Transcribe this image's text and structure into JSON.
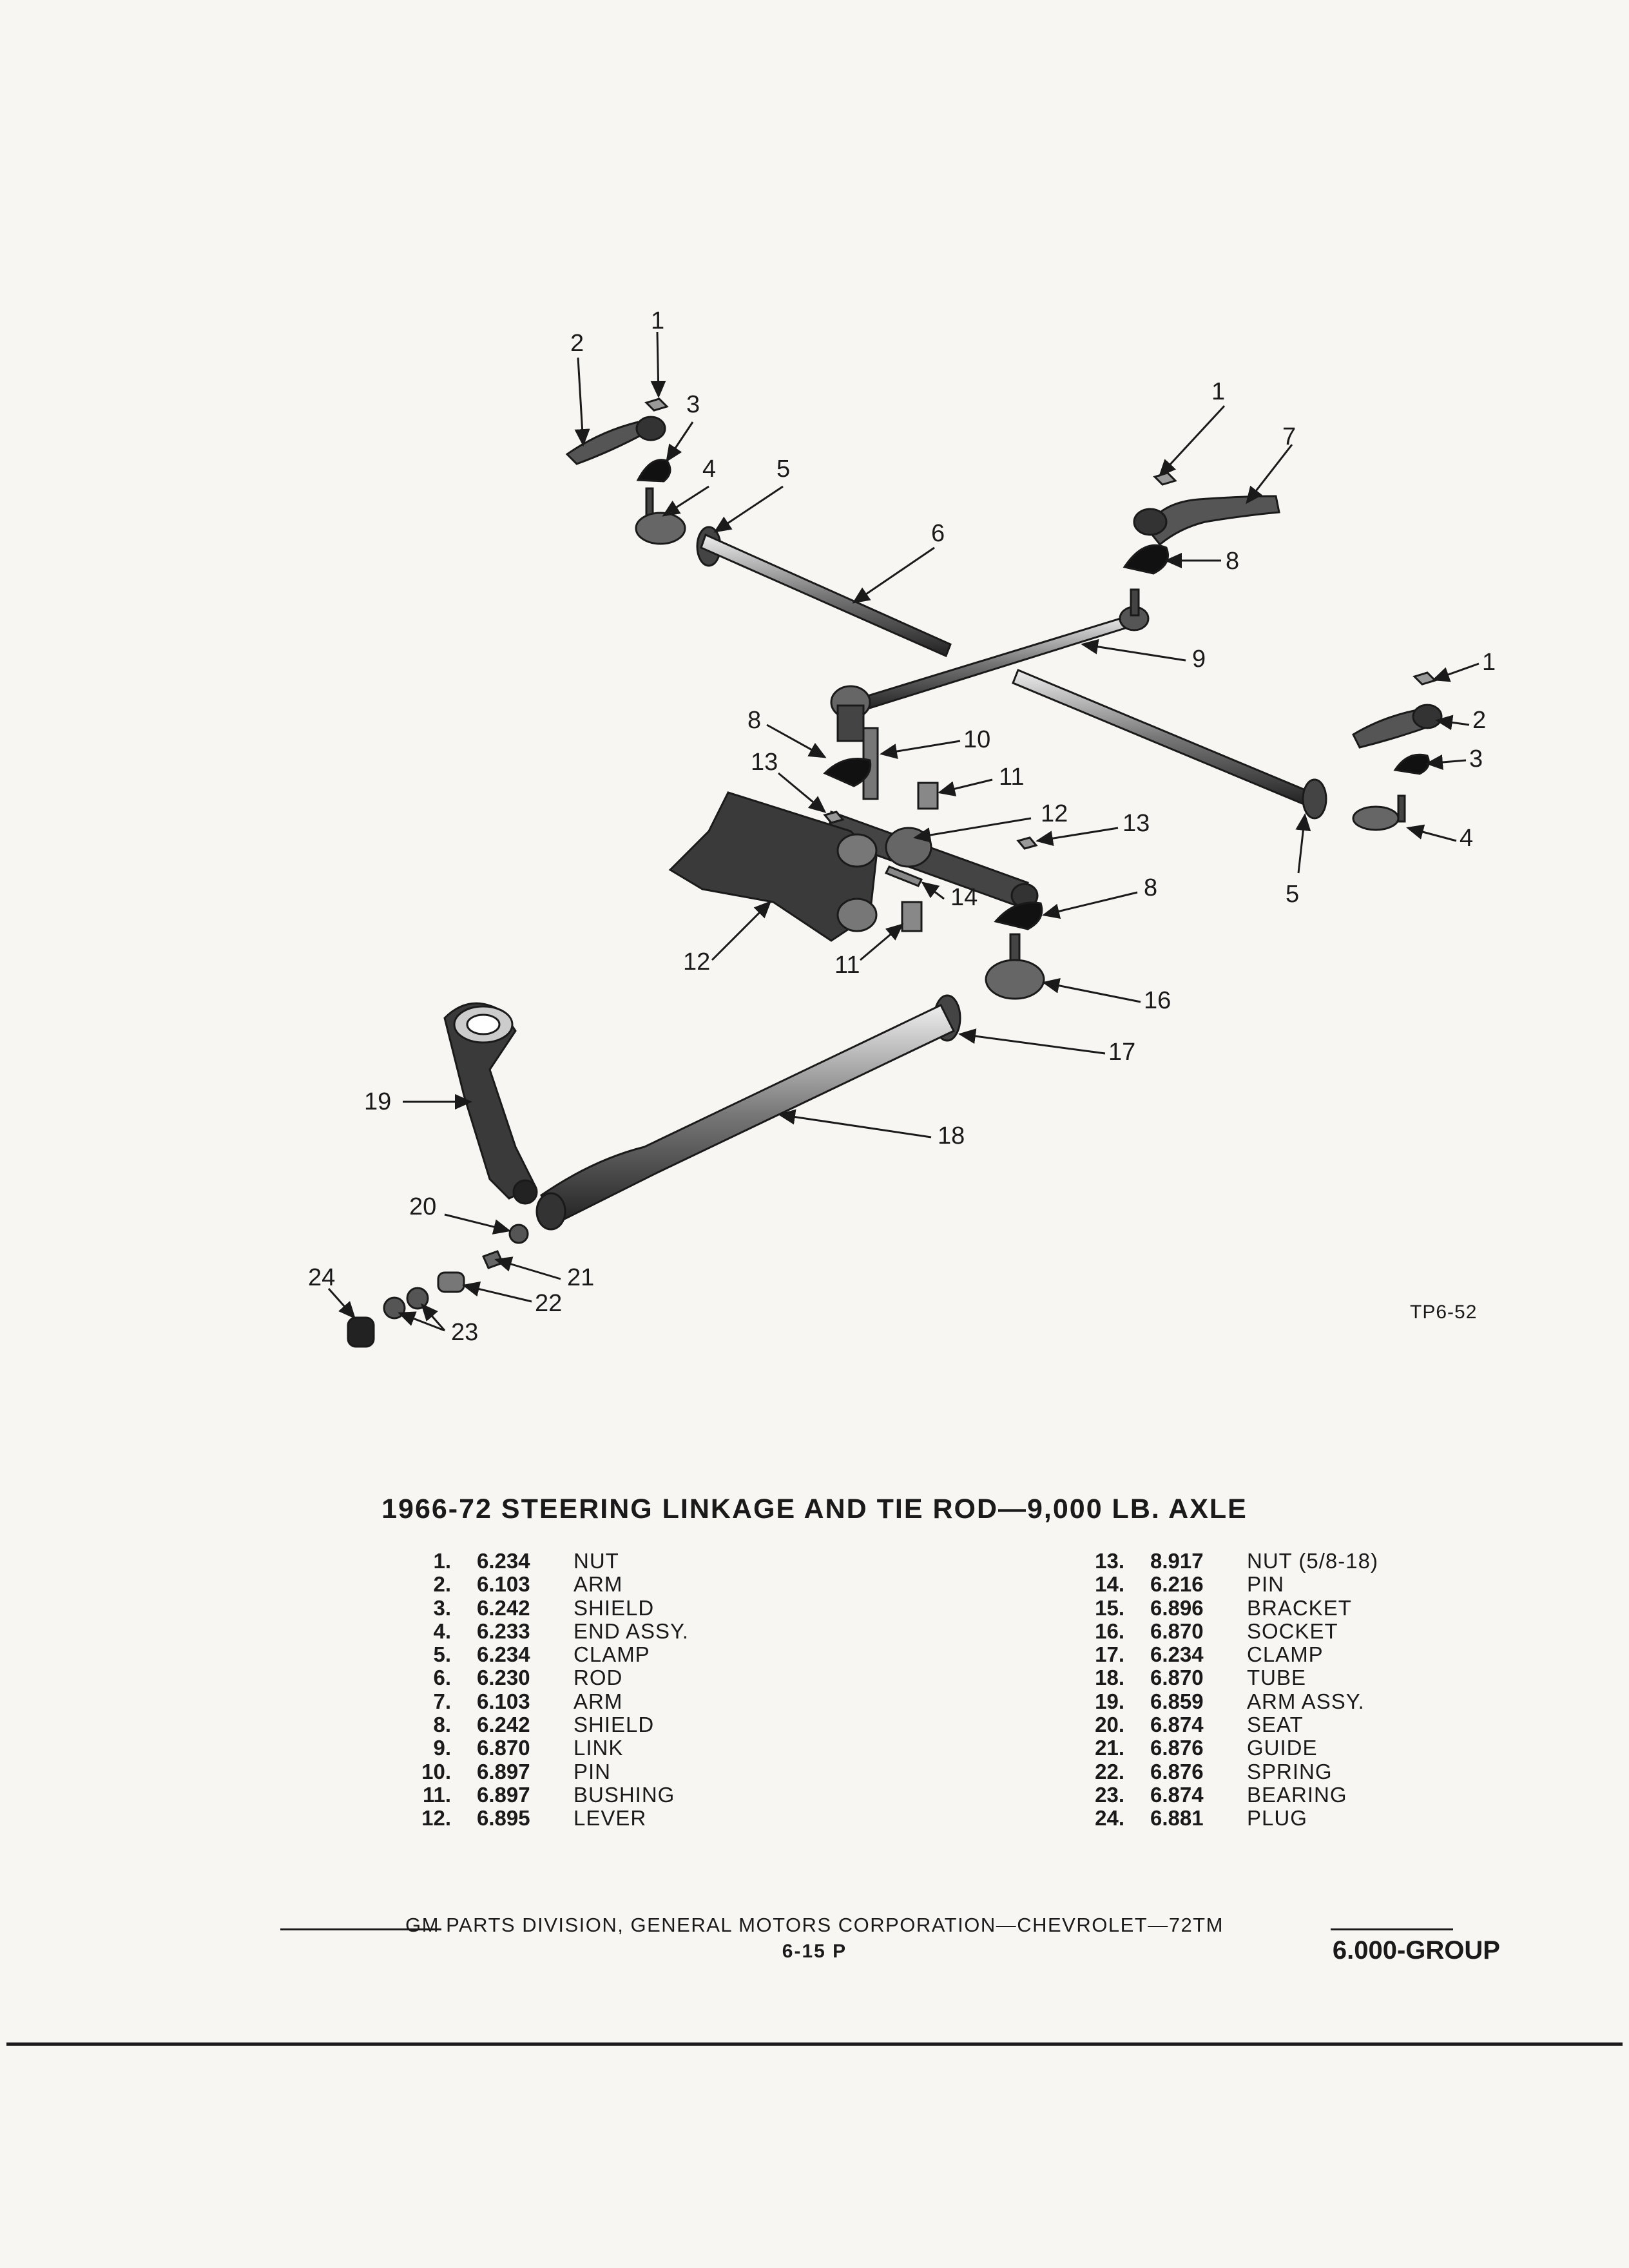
{
  "diagram": {
    "ref_code": "TP6-52",
    "callouts": {
      "c1": "1",
      "c2": "2",
      "c3": "3",
      "c4": "4",
      "c5": "5",
      "c6": "6",
      "c1b": "1",
      "c7": "7",
      "c8": "8",
      "c9": "9",
      "c1c": "1",
      "c2b": "2",
      "c3b": "3",
      "c4b": "4",
      "c5b": "5",
      "c8b": "8",
      "c10": "10",
      "c13": "13",
      "c11": "11",
      "c12": "12",
      "c13b": "13",
      "c14": "14",
      "c8c": "8",
      "c12b": "12",
      "c11b": "11",
      "c16": "16",
      "c17": "17",
      "c18": "18",
      "c19": "19",
      "c20": "20",
      "c21": "21",
      "c22": "22",
      "c24": "24",
      "c23": "23"
    }
  },
  "title": "1966-72 STEERING LINKAGE AND TIE ROD—9,000 LB. AXLE",
  "parts_left": [
    {
      "num": "1.",
      "code": "6.234",
      "name": "NUT"
    },
    {
      "num": "2.",
      "code": "6.103",
      "name": "ARM"
    },
    {
      "num": "3.",
      "code": "6.242",
      "name": "SHIELD"
    },
    {
      "num": "4.",
      "code": "6.233",
      "name": "END ASSY."
    },
    {
      "num": "5.",
      "code": "6.234",
      "name": "CLAMP"
    },
    {
      "num": "6.",
      "code": "6.230",
      "name": "ROD"
    },
    {
      "num": "7.",
      "code": "6.103",
      "name": "ARM"
    },
    {
      "num": "8.",
      "code": "6.242",
      "name": "SHIELD"
    },
    {
      "num": "9.",
      "code": "6.870",
      "name": "LINK"
    },
    {
      "num": "10.",
      "code": "6.897",
      "name": "PIN"
    },
    {
      "num": "11.",
      "code": "6.897",
      "name": "BUSHING"
    },
    {
      "num": "12.",
      "code": "6.895",
      "name": "LEVER"
    }
  ],
  "parts_right": [
    {
      "num": "13.",
      "code": "8.917",
      "name": "NUT (5/8-18)"
    },
    {
      "num": "14.",
      "code": "6.216",
      "name": "PIN"
    },
    {
      "num": "15.",
      "code": "6.896",
      "name": "BRACKET"
    },
    {
      "num": "16.",
      "code": "6.870",
      "name": "SOCKET"
    },
    {
      "num": "17.",
      "code": "6.234",
      "name": "CLAMP"
    },
    {
      "num": "18.",
      "code": "6.870",
      "name": "TUBE"
    },
    {
      "num": "19.",
      "code": "6.859",
      "name": "ARM ASSY."
    },
    {
      "num": "20.",
      "code": "6.874",
      "name": "SEAT"
    },
    {
      "num": "21.",
      "code": "6.876",
      "name": "GUIDE"
    },
    {
      "num": "22.",
      "code": "6.876",
      "name": "SPRING"
    },
    {
      "num": "23.",
      "code": "6.874",
      "name": "BEARING"
    },
    {
      "num": "24.",
      "code": "6.881",
      "name": "PLUG"
    }
  ],
  "footer": {
    "text": "GM PARTS DIVISION, GENERAL MOTORS CORPORATION—CHEVROLET—72TM",
    "page": "6-15 P",
    "group": "6.000-GROUP"
  }
}
